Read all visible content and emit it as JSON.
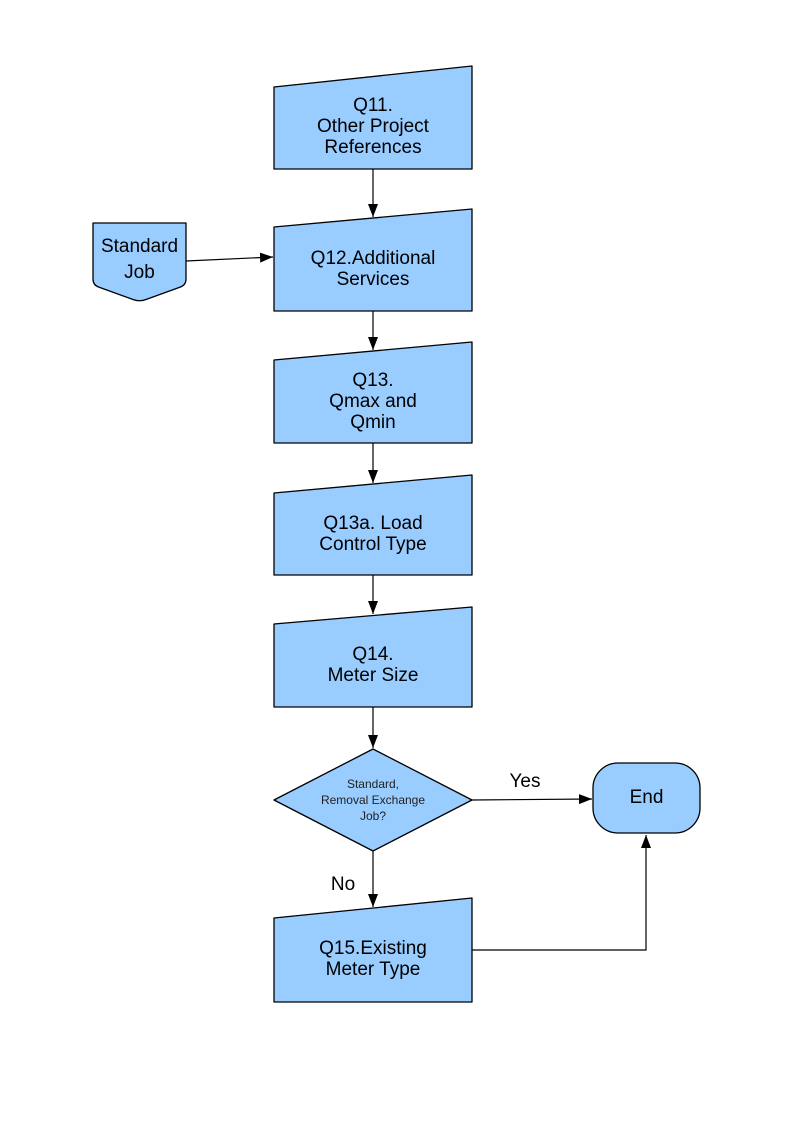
{
  "colors": {
    "shape_fill": "#99CCFF",
    "shape_stroke": "#000000",
    "connector": "#000000",
    "text": "#000000",
    "background": "#ffffff"
  },
  "nodes": {
    "q11": {
      "type": "manual-input-box",
      "lines": [
        "Q11.",
        "Other Project",
        "References"
      ]
    },
    "standard_job": {
      "type": "off-page-connector-pentagon",
      "lines": [
        "Standard",
        "Job"
      ]
    },
    "q12": {
      "type": "manual-input-box",
      "lines": [
        "Q12.Additional",
        "Services"
      ]
    },
    "q13": {
      "type": "manual-input-box",
      "lines": [
        "Q13.",
        "Qmax and",
        "Qmin"
      ]
    },
    "q13a": {
      "type": "manual-input-box",
      "lines": [
        "Q13a. Load",
        "Control Type"
      ]
    },
    "q14": {
      "type": "manual-input-box",
      "lines": [
        "Q14.",
        "Meter Size"
      ]
    },
    "decision": {
      "type": "decision-diamond",
      "lines": [
        "Standard,",
        "Removal Exchange",
        "Job?"
      ]
    },
    "end": {
      "type": "terminator",
      "lines": [
        "End"
      ]
    },
    "q15": {
      "type": "manual-input-box",
      "lines": [
        "Q15.Existing",
        "Meter Type"
      ]
    }
  },
  "edges": {
    "yes_label": "Yes",
    "no_label": "No"
  }
}
